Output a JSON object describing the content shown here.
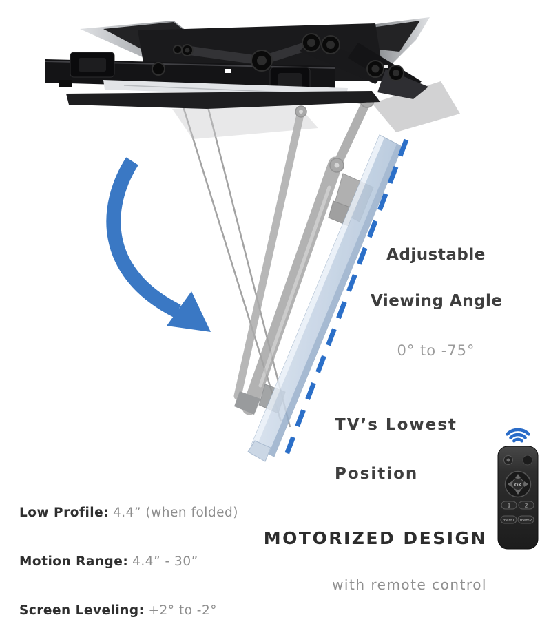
{
  "colors": {
    "accent_blue": "#2e6fc4",
    "arrow_blue": "#3a78c4",
    "text_dark": "#3e3e3e",
    "text_gray": "#8d8d8d",
    "tv_blue": "#c9d7e6"
  },
  "annotations": {
    "viewing_angle": {
      "line1": "Adjustable",
      "line2": "Viewing Angle",
      "range": "0° to -75°"
    },
    "lowest_position": {
      "line1": "TV’s Lowest",
      "line2": "Position"
    }
  },
  "specs": [
    {
      "label": "Low Profile:",
      "value": "4.4” (when folded)"
    },
    {
      "label": "Motion Range:",
      "value": "4.4” - 30”"
    },
    {
      "label": "Screen Leveling:",
      "value": "+2° to -2°"
    }
  ],
  "feature": {
    "title": "MOTORIZED DESIGN",
    "subtitle": "with remote control"
  },
  "remote": {
    "ok_label": "OK",
    "preset1_label": "1",
    "preset2_label": "2",
    "mem1_label": "mem1",
    "mem2_label": "mem2"
  }
}
